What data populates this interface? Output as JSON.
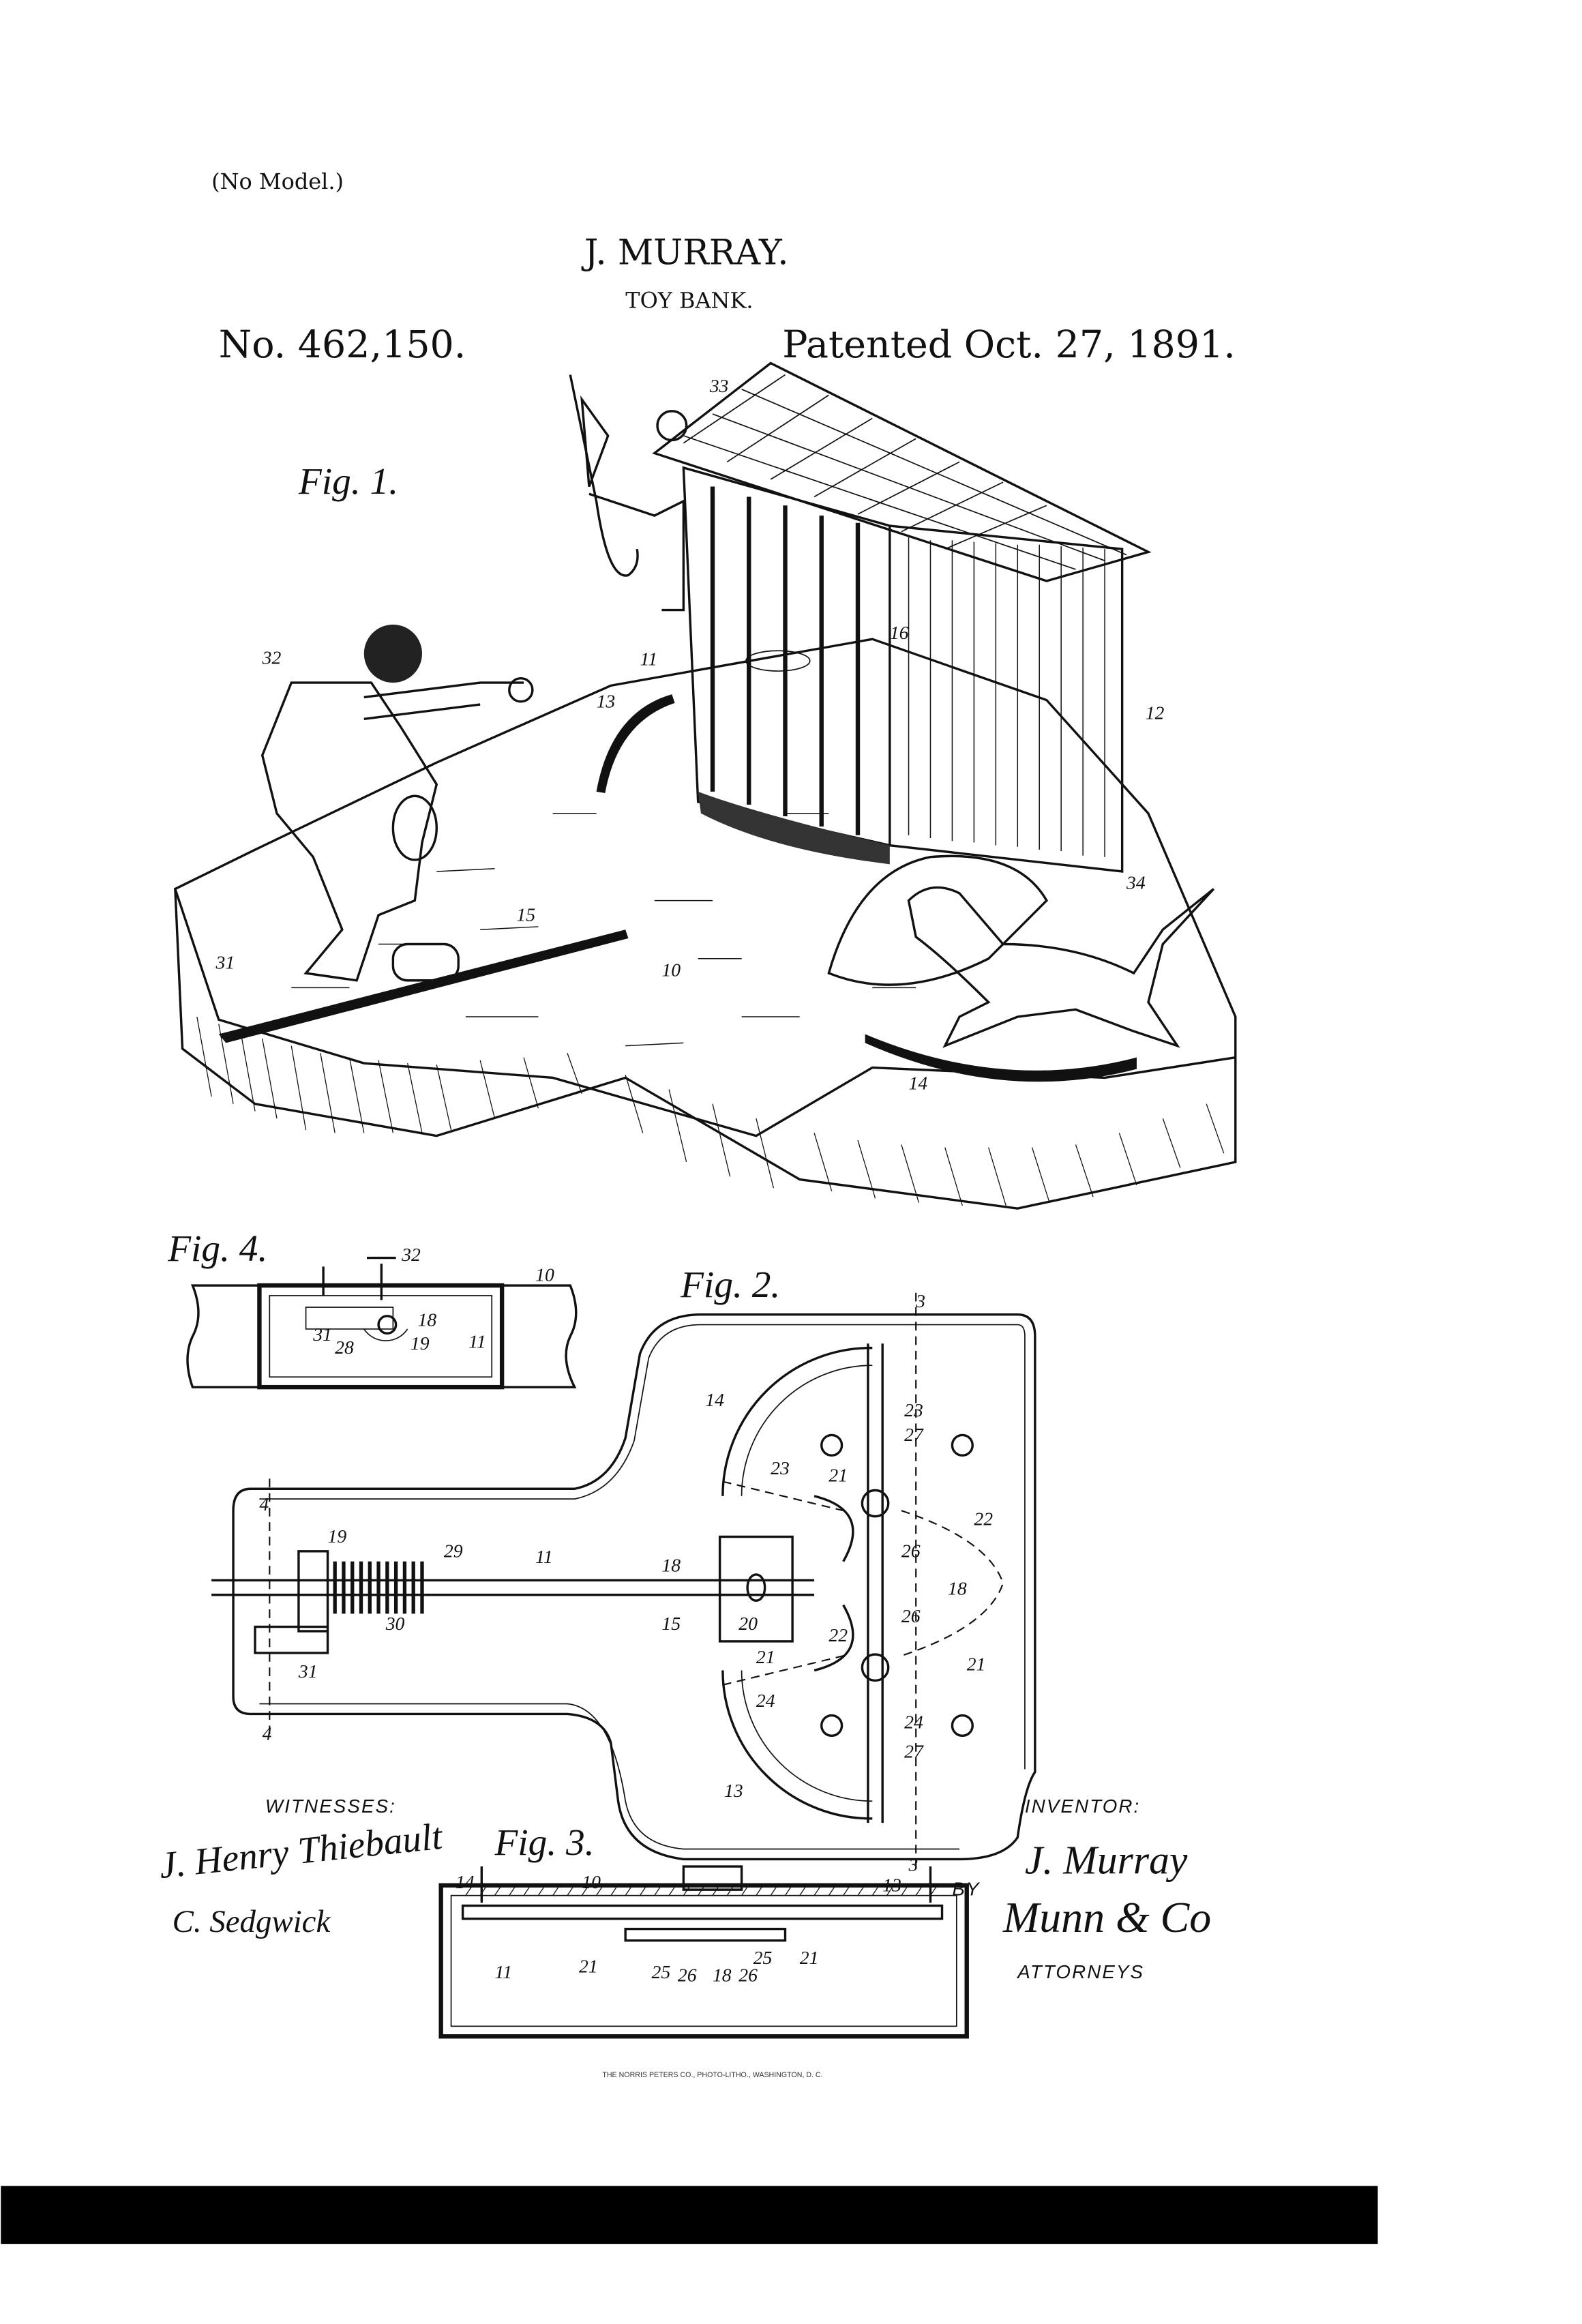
{
  "header": {
    "model_note": "(No Model.)",
    "inventor": "J. MURRAY.",
    "title": "TOY BANK.",
    "patent_number": "No. 462,150.",
    "patent_date": "Patented Oct. 27, 1891."
  },
  "figures": {
    "fig1": "Fig. 1.",
    "fig2": "Fig. 2.",
    "fig3": "Fig. 3.",
    "fig4": "Fig. 4."
  },
  "fig1_labels": [
    "33",
    "32",
    "11",
    "13",
    "16",
    "12",
    "34",
    "31",
    "15",
    "10",
    "14"
  ],
  "fig4_labels": [
    "32",
    "10",
    "31",
    "28",
    "18",
    "19",
    "11"
  ],
  "fig2_labels": [
    "3",
    "14",
    "23",
    "27",
    "23",
    "21",
    "22",
    "26",
    "18",
    "26",
    "22",
    "21",
    "21",
    "24",
    "24",
    "27",
    "13",
    "3",
    "4",
    "19",
    "29",
    "11",
    "18",
    "30",
    "15",
    "20",
    "31",
    "4"
  ],
  "fig3_labels": [
    "14",
    "10",
    "13",
    "11",
    "21",
    "25",
    "26",
    "18",
    "26",
    "25",
    "21"
  ],
  "witnesses": {
    "heading": "WITNESSES:",
    "signatures": [
      "J. Henry Thiebault",
      "C. Sedgwick"
    ]
  },
  "inventor_block": {
    "heading": "INVENTOR:",
    "signature": "J. Murray",
    "by": "BY",
    "attorney_signature": "Munn & Co",
    "attorneys_label": "ATTORNEYS"
  },
  "footer": {
    "lithographer": "THE NORRIS PETERS CO., PHOTO-LITHO., WASHINGTON, D. C."
  }
}
